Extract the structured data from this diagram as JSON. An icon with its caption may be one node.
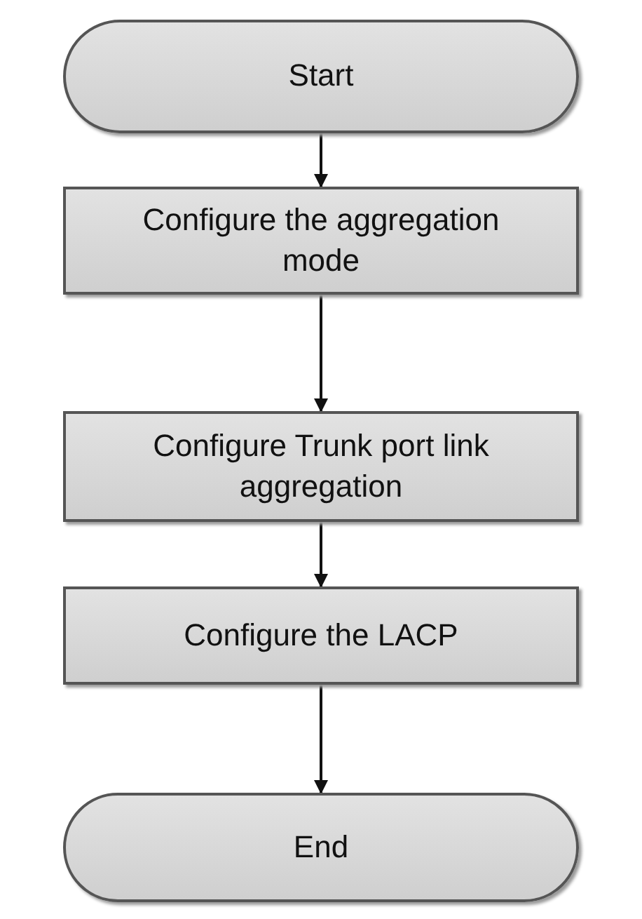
{
  "diagram": {
    "nodes": [
      {
        "text": [
          "Start"
        ]
      },
      {
        "text": [
          "Configure the aggregation mode"
        ]
      },
      {
        "text": [
          "Configure Trunk port link aggregation"
        ]
      },
      {
        "text": [
          "Configure the LACP"
        ]
      },
      {
        "text": [
          "End"
        ]
      }
    ],
    "edges": [
      {
        "from": 0,
        "to": 1,
        "arrow": "to"
      },
      {
        "from": 1,
        "to": 2,
        "arrow": "to"
      },
      {
        "from": 2,
        "to": 3,
        "arrow": "to"
      },
      {
        "from": 3,
        "to": 4,
        "arrow": "to"
      }
    ]
  }
}
